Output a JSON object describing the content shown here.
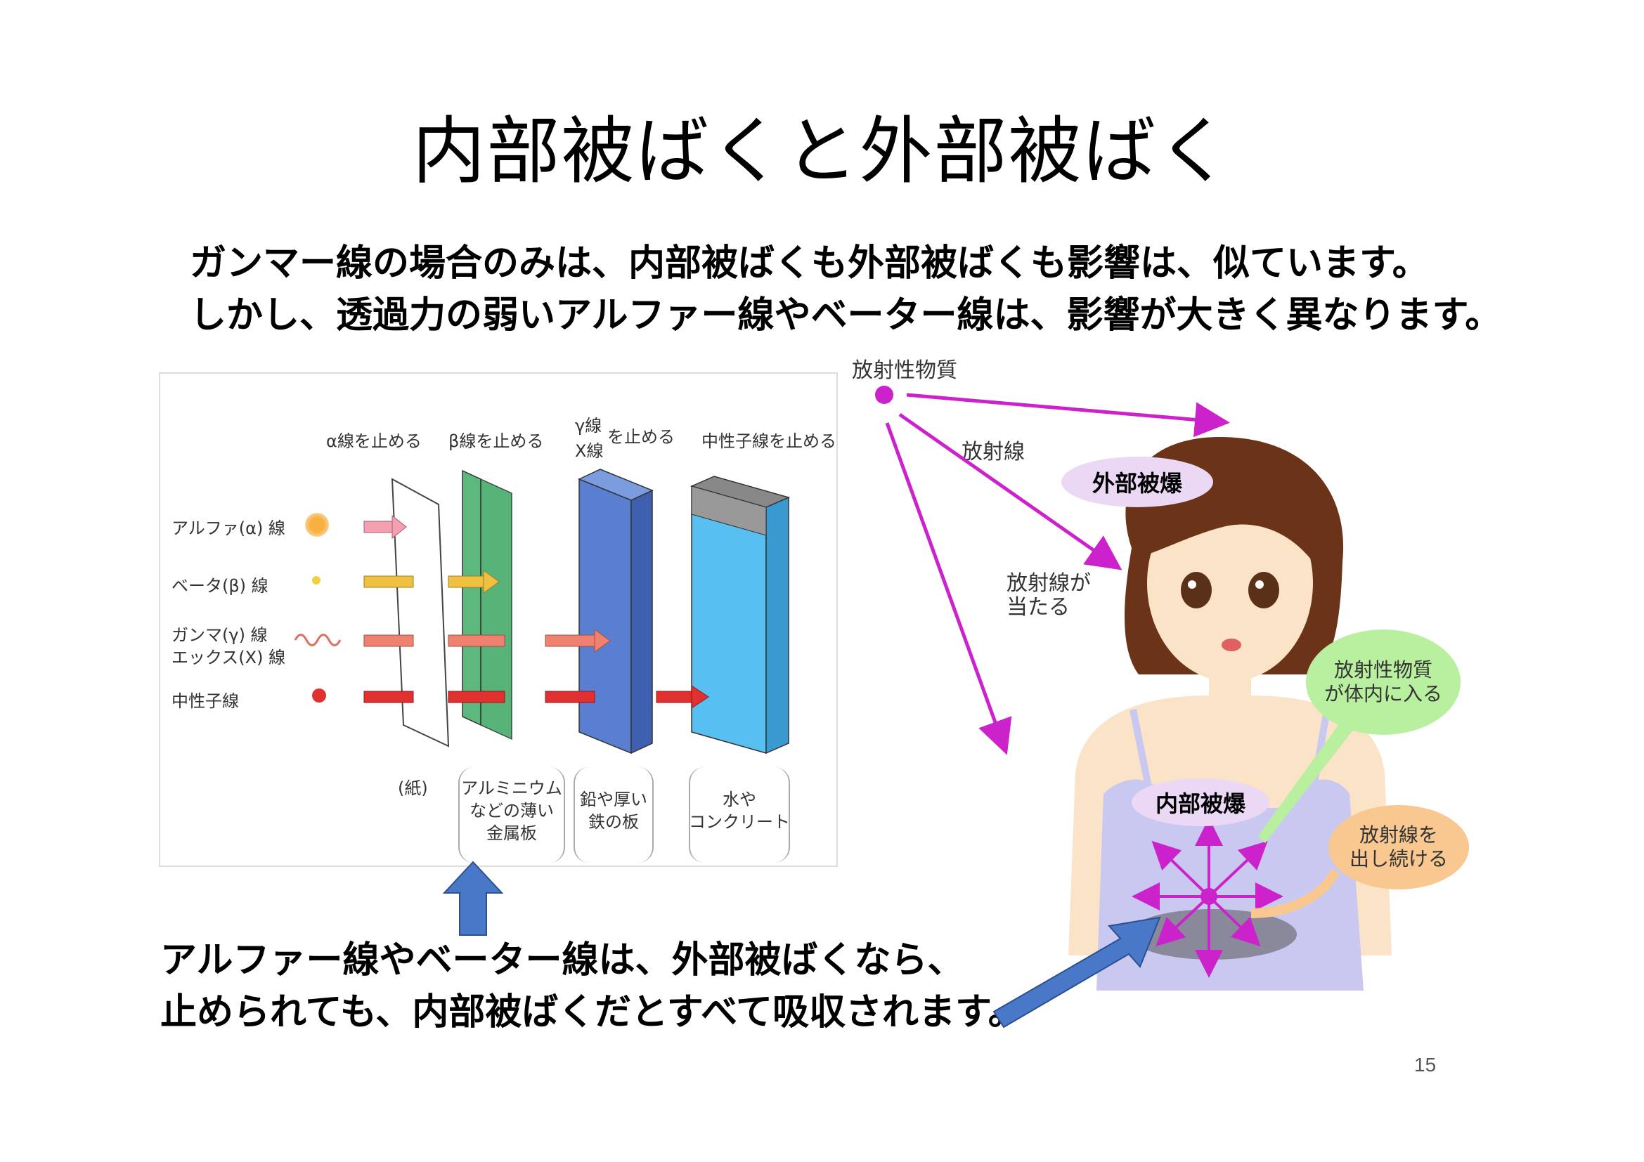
{
  "slide": {
    "title": "内部被ばくと外部被ばく",
    "intro_line1": "ガンマー線の場合のみは、内部被ばくも外部被ばくも影響は、似ています。",
    "intro_line2": "しかし、透過力の弱いアルファー線やベーター線は、影響が大きく異なります。",
    "bottom_line1": "アルファー線やベーター線は、外部被ばくなら、",
    "bottom_line2": "止められても、内部被ばくだとすべて吸収されます。",
    "page_number": "15"
  },
  "diagram": {
    "header_alpha": "α線を止める",
    "header_beta": "β線を止める",
    "header_gamma_1": "γ線",
    "header_gamma_2": "X線",
    "header_gamma_3": "を止める",
    "header_neutron": "中性子線を止める",
    "row_alpha": "アルファ(α) 線",
    "row_beta": "ベータ(β) 線",
    "row_gamma_1": "ガンマ(γ) 線",
    "row_gamma_2": "エックス(X) 線",
    "row_neutron": "中性子線",
    "cap_paper": "(紙)",
    "cap_aluminum_1": "アルミニウム",
    "cap_aluminum_2": "などの薄い",
    "cap_aluminum_3": "金属板",
    "cap_lead_1": "鉛や厚い",
    "cap_lead_2": "鉄の板",
    "cap_water_1": "水や",
    "cap_water_2": "コンクリート"
  },
  "illustration": {
    "source_label": "放射性物質",
    "radiation_label": "放射線",
    "external": "外部被爆",
    "hit_1": "放射線が",
    "hit_2": "当たる",
    "internal": "内部被爆",
    "enter_1": "放射性物質",
    "enter_2": "が体内に入る",
    "emit_1": "放射線を",
    "emit_2": "出し続ける"
  },
  "colors": {
    "magenta": "#cc22cc",
    "alpha_arrow": "#f4a0b0",
    "beta_arrow": "#f0c040",
    "gamma_arrow": "#f08070",
    "neutron_arrow": "#e03030",
    "aluminum_panel": "#5cb87c",
    "lead_panel": "#5b7fd0",
    "water_panel": "#58c0f0",
    "blue_arrow": "#4a78c8"
  }
}
